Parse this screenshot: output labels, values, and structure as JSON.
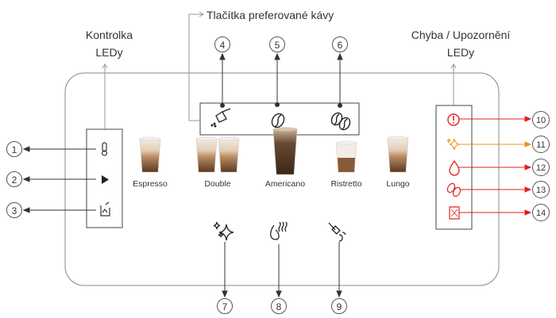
{
  "headings": {
    "indicator_leds": [
      "Kontrolka",
      "LEDy"
    ],
    "preferred_coffee_buttons": "Tlačítka preferované kávy",
    "error_warning_leds": [
      "Chyba / Upozornění",
      "LEDy"
    ]
  },
  "beverages": [
    "Espresso",
    "Double",
    "Americano",
    "Ristretto",
    "Lungo"
  ],
  "callouts": {
    "left": [
      "1",
      "2",
      "3"
    ],
    "top": [
      "4",
      "5",
      "6"
    ],
    "bottom": [
      "7",
      "8",
      "9"
    ],
    "right": [
      "10",
      "11",
      "12",
      "13",
      "14"
    ]
  },
  "indicator_icons": [
    "thermometer-icon",
    "play-icon",
    "descale-icon"
  ],
  "preferred_icons": [
    "scoop-icon",
    "bean-icon",
    "double-bean-icon"
  ],
  "bottom_icons": [
    "sparkle-icon",
    "steam-icon",
    "milk-frother-icon"
  ],
  "warning_icons": [
    "exclamation-icon",
    "sparkle-icon",
    "water-drop-icon",
    "bean-icon",
    "grounds-container-icon"
  ],
  "colors": {
    "warning_red": "#e0201f",
    "warning_orange": "#f0901e",
    "line": "#555555",
    "panel": "#888888"
  }
}
